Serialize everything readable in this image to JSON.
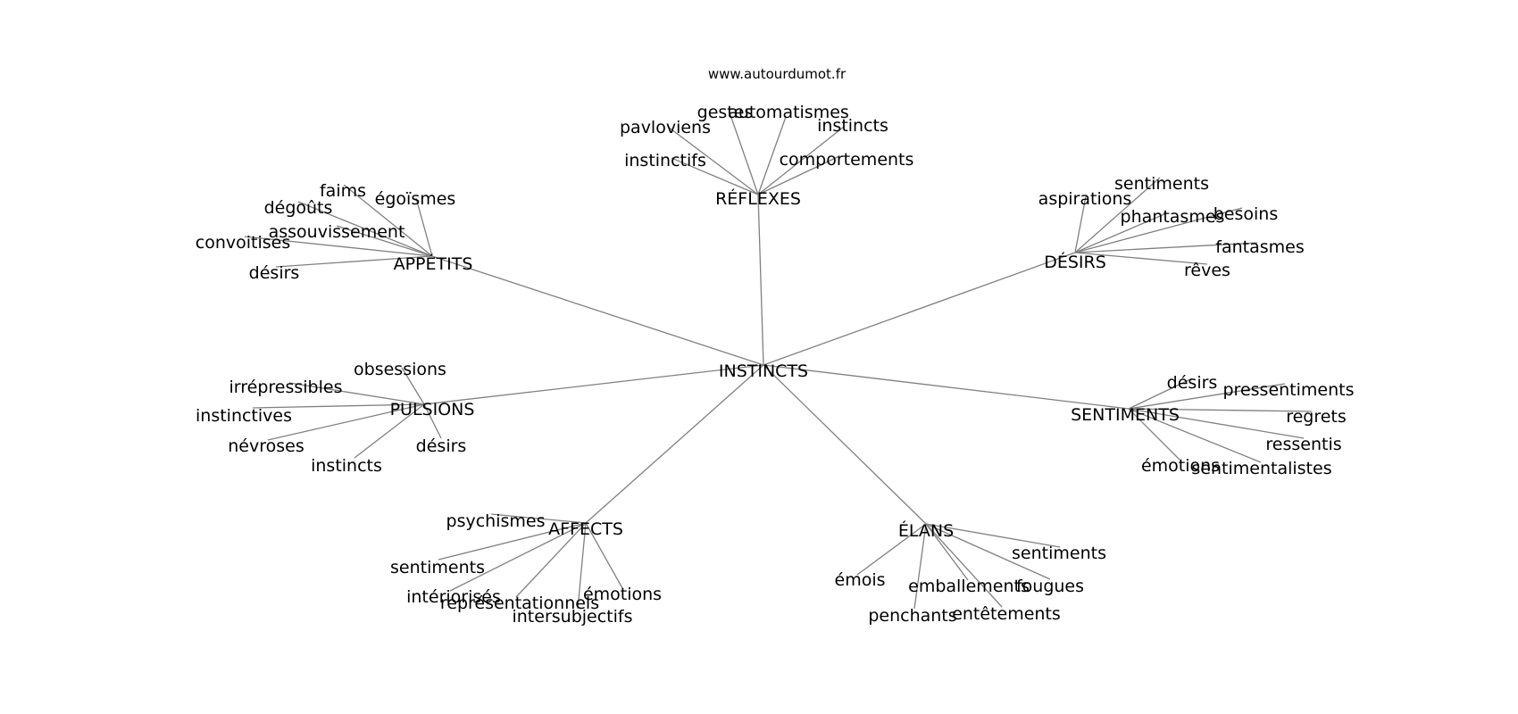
{
  "source": "www.autourdumot.fr",
  "colors": {
    "edge": "#808080",
    "text": "#000000",
    "background": "#ffffff"
  },
  "center": "INSTINCTS",
  "clusters": [
    {
      "label": "RÉFLEXES",
      "leaves": [
        "gestes",
        "automatismes",
        "pavloviens",
        "instincts",
        "instinctifs",
        "comportements"
      ]
    },
    {
      "label": "APPÉTITS",
      "leaves": [
        "faims",
        "égoïsmes",
        "dégoûts",
        "assouvissement",
        "convoitises",
        "désirs"
      ]
    },
    {
      "label": "DÉSIRS",
      "leaves": [
        "sentiments",
        "aspirations",
        "phantasmes",
        "besoins",
        "fantasmes",
        "rêves"
      ]
    },
    {
      "label": "PULSIONS",
      "leaves": [
        "obsessions",
        "irrépressibles",
        "instinctives",
        "névroses",
        "désirs",
        "instincts"
      ]
    },
    {
      "label": "SENTIMENTS",
      "leaves": [
        "désirs",
        "pressentiments",
        "regrets",
        "ressentis",
        "émotions",
        "sentimentalistes"
      ]
    },
    {
      "label": "AFFECTS",
      "leaves": [
        "psychismes",
        "sentiments",
        "intériorisés",
        "représentationnels",
        "émotions",
        "intersubjectifs"
      ]
    },
    {
      "label": "ÉLANS",
      "leaves": [
        "sentiments",
        "émois",
        "emballements",
        "fougues",
        "penchants",
        "entêtements"
      ]
    }
  ]
}
